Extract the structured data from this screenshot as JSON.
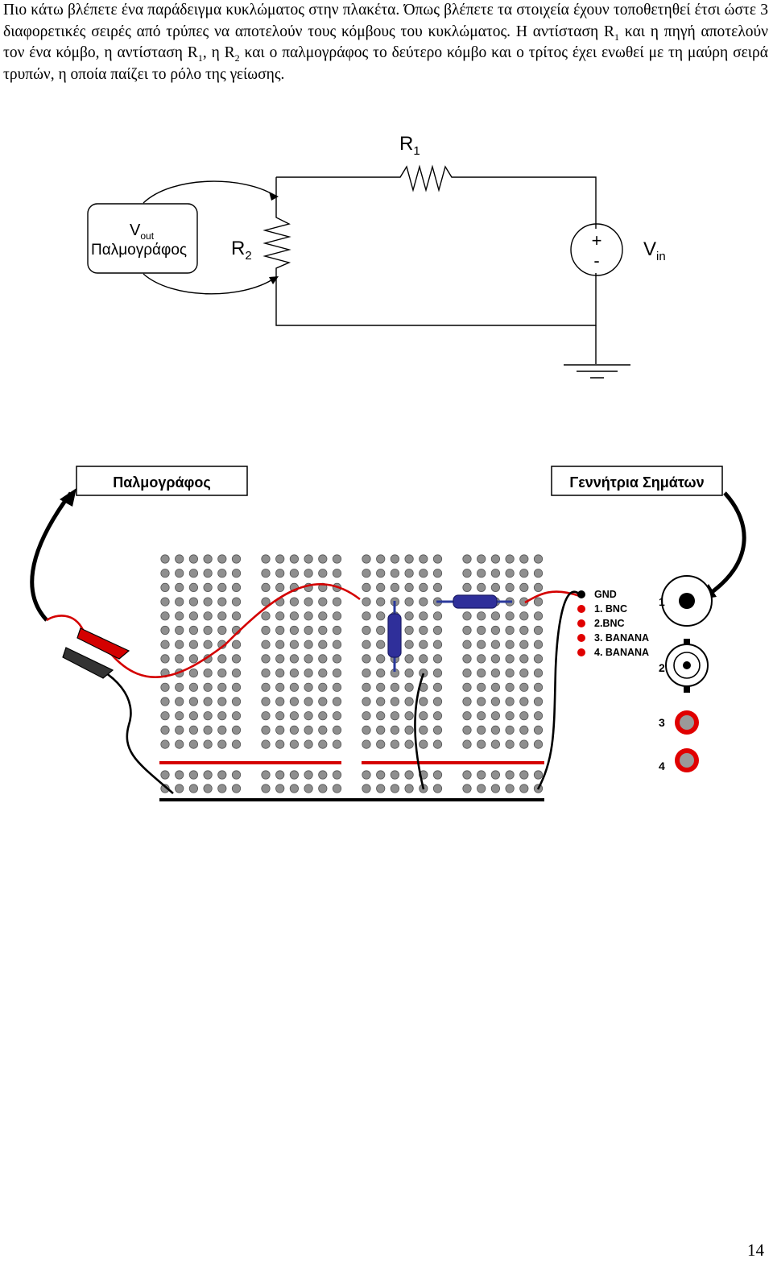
{
  "intro": {
    "p1": "Πιο κάτω βλέπετε ένα παράδειγμα κυκλώματος στην πλακέτα. Όπως βλέπετε τα στοιχεία έχουν τοποθετηθεί έτσι ώστε 3 διαφορετικές σειρές από τρύπες να αποτελούν τους κόμβους του κυκλώματος. Η αντίσταση R",
    "s1": "1",
    "p2": " και η πηγή αποτελούν τον ένα κόμβο, η αντίσταση R",
    "s2": "1",
    "p3": ", η R",
    "s3": "2",
    "p4": " και ο παλμογράφος το δεύτερο κόμβο και ο τρίτος έχει ενωθεί με τη μαύρη σειρά τρυπών, η οποία παίζει το ρόλο της γείωσης."
  },
  "schematic": {
    "r1_label": "R",
    "r1_sub": "1",
    "r2_label": "R",
    "r2_sub": "2",
    "vout_label": "V",
    "vout_sub": "out",
    "scope_label": "Παλμογράφος",
    "source_plus": "+",
    "source_minus": "-",
    "vin_label": "V",
    "vin_sub": "in"
  },
  "breadboard": {
    "scope_box_label": "Παλμογράφος",
    "generator_box_label": "Γεννήτρια Σημάτων",
    "outputs": {
      "gnd": "GND",
      "o1": "1. BNC",
      "o2": "2.BNC",
      "o3": "3. BANANA",
      "o4": "4. BANANA"
    },
    "connectors": [
      "1",
      "2",
      "3",
      "4"
    ]
  },
  "page_number": "14"
}
